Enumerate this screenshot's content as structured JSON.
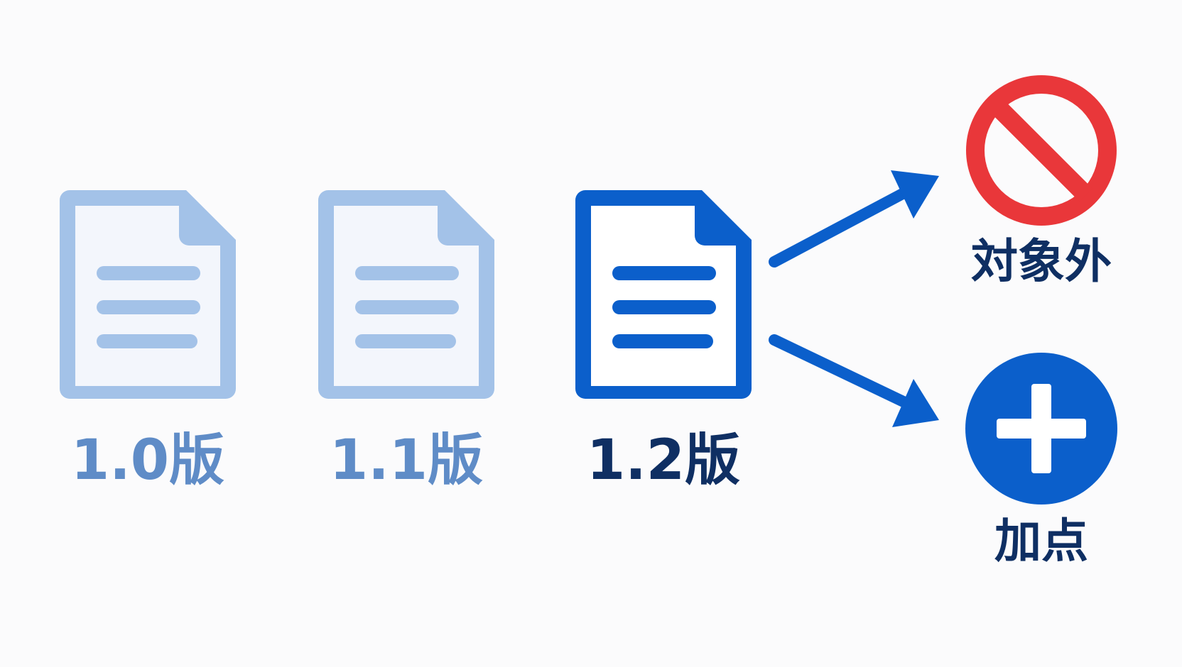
{
  "colors": {
    "background": "#fbfbfc",
    "doc_inactive_fill": "#a3c2e8",
    "doc_inactive_paper": "#f3f6fc",
    "doc_active_fill": "#0b5fcb",
    "doc_active_paper": "#ffffff",
    "label_inactive": "#5f8cc7",
    "label_active": "#0f2f63",
    "arrow": "#0b5fcb",
    "excluded_red": "#e9373a",
    "bonus_blue": "#0b5fcb",
    "outcome_label": "#0f2f63"
  },
  "versions": [
    {
      "label": "1.0版",
      "state": "inactive"
    },
    {
      "label": "1.1版",
      "state": "inactive"
    },
    {
      "label": "1.2版",
      "state": "active"
    }
  ],
  "outcomes": {
    "excluded": {
      "label": "対象外",
      "icon": "prohibited-icon"
    },
    "bonus": {
      "label": "加点",
      "icon": "plus-circle-icon"
    }
  }
}
